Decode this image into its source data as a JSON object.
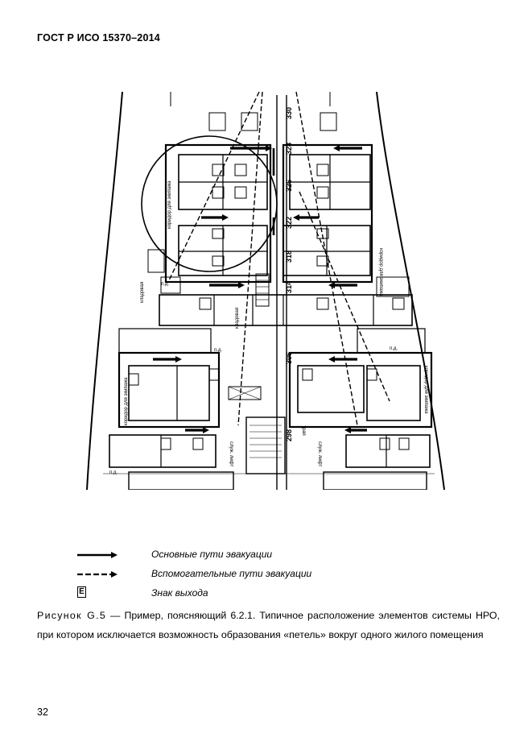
{
  "header": {
    "standard": "ГОСТ Р ИСО 15370–2014"
  },
  "plan": {
    "room_numbers": [
      "330",
      "328",
      "326",
      "322",
      "318",
      "314",
      "306",
      "298"
    ],
    "labels": {
      "corridor": "коридор для экипажа",
      "lift": "служ. лифт",
      "storage": "кладовая",
      "pd": "п.д.",
      "trap": "трап"
    }
  },
  "legend": {
    "main": "Основные пути эвакуации",
    "secondary": "Вспомогательные пути эвакуации",
    "exit_sign": "Знак выхода",
    "exit_glyph": "E"
  },
  "caption": {
    "label": "Рисунок G.5",
    "text": " — Пример, поясняющий 6.2.1. Типичное расположение элементов системы НРО, при котором исключается возможность образования «петель» вокруг одного жилого помещения"
  },
  "page_number": "32"
}
